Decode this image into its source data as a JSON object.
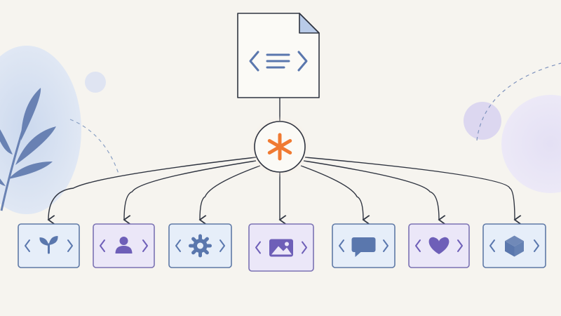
{
  "colors": {
    "background": "#f6f4ef",
    "ink": "#2f3440",
    "accent_orange": "#f07a32",
    "blue_stroke": "#5f79a6",
    "blue_fill": "#e6eef9",
    "purple_stroke": "#7b72b3",
    "purple_fill": "#ebe7f8",
    "icon_blue": "#5a77ad",
    "icon_purple": "#6e5fb8"
  },
  "source": {
    "icon": "code-document-icon"
  },
  "hub": {
    "icon": "asterisk-icon"
  },
  "targets": [
    {
      "icon": "sprout-icon",
      "tone": "blue"
    },
    {
      "icon": "user-icon",
      "tone": "purple"
    },
    {
      "icon": "gear-icon",
      "tone": "blue"
    },
    {
      "icon": "image-icon",
      "tone": "purple"
    },
    {
      "icon": "chat-bubble-icon",
      "tone": "blue"
    },
    {
      "icon": "heart-icon",
      "tone": "purple"
    },
    {
      "icon": "cube-icon",
      "tone": "blue"
    }
  ]
}
